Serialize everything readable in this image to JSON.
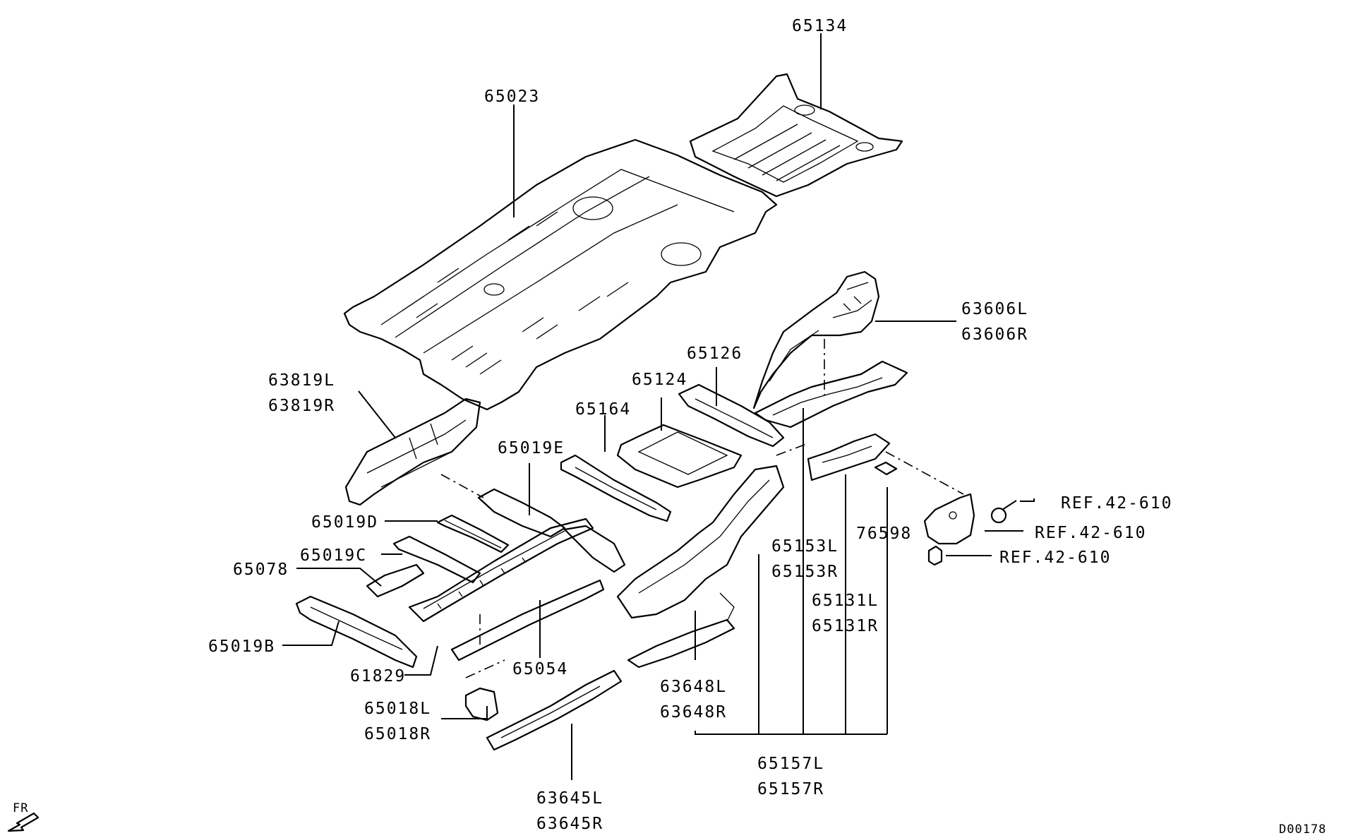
{
  "diagram_id": "D00178",
  "front_indicator": "FR",
  "labels": {
    "p65134": "65134",
    "p65023": "65023",
    "p63606L": "63606L",
    "p63606R": "63606R",
    "p65126": "65126",
    "p65124": "65124",
    "p65164": "65164",
    "p63819L": "63819L",
    "p63819R": "63819R",
    "p65019E": "65019E",
    "p65019D": "65019D",
    "p65019C": "65019C",
    "p65078": "65078",
    "p65019B": "65019B",
    "p61829": "61829",
    "p65054": "65054",
    "p65018L": "65018L",
    "p65018R": "65018R",
    "p63645L": "63645L",
    "p63645R": "63645R",
    "p63648L": "63648L",
    "p63648R": "63648R",
    "p65153L": "65153L",
    "p65153R": "65153R",
    "p65131L": "65131L",
    "p65131R": "65131R",
    "p76598": "76598",
    "p65157L": "65157L",
    "p65157R": "65157R",
    "ref1": "REF.42-610",
    "ref2": "REF.42-610",
    "ref3": "REF.42-610"
  }
}
